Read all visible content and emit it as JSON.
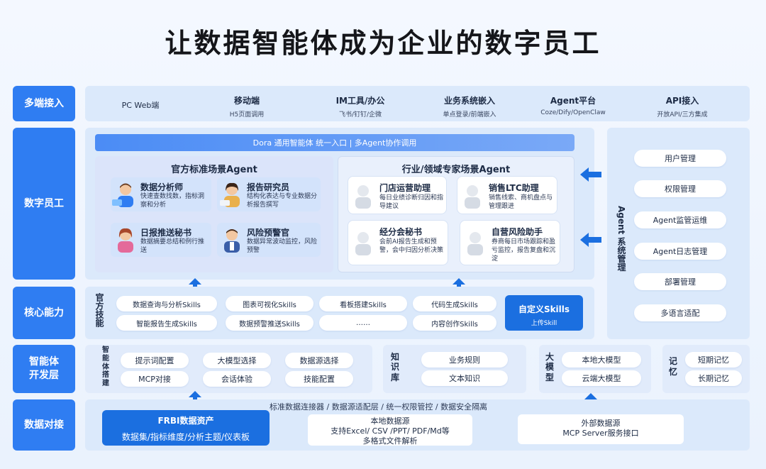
{
  "title": "让数据智能体成为企业的数字员工",
  "rows": {
    "access": "多端接入",
    "staff": "数字员工",
    "core": "核心能力",
    "dev": "智能体\n开发层",
    "data": "数据对接"
  },
  "access_items": [
    {
      "title": "PC Web端",
      "sub": ""
    },
    {
      "title": "移动端",
      "sub": "H5页面调用"
    },
    {
      "title": "IM工具/办公",
      "sub": "飞书/钉钉/企微"
    },
    {
      "title": "业务系统嵌入",
      "sub": "单点登录/前端嵌入"
    },
    {
      "title": "Agent平台",
      "sub": "Coze/Dify/OpenClaw"
    },
    {
      "title": "API接入",
      "sub": "开放API/三方集成"
    }
  ],
  "dora_bar": "Dora  通用智能体     统一入口 | 多Agent协作调用",
  "official": {
    "heading": "官方标准场景Agent",
    "cards": [
      {
        "title": "数据分析师",
        "desc": "快速查数找数，指标洞察和分析"
      },
      {
        "title": "报告研究员",
        "desc": "结构化表达与专业数据分析报告撰写"
      },
      {
        "title": "日报推送秘书",
        "desc": "数据摘要总结和例行推送"
      },
      {
        "title": "风险预警官",
        "desc": "数据异常波动监控，风险预警"
      }
    ]
  },
  "industry": {
    "heading": "行业/领域专家场景Agent",
    "cards": [
      {
        "title": "门店运营助理",
        "desc": "每日业绩诊断归因和指导建议"
      },
      {
        "title": "销售LTC助理",
        "desc": "销售线索、商机盘点与管理跟进"
      },
      {
        "title": "经分会秘书",
        "desc": "会前AI报告生成和预警，会中归因分析决策"
      },
      {
        "title": "自营风险助手",
        "desc": "券商每日市场跟踪和盈亏监控，报告复盘和沉淀"
      }
    ]
  },
  "agent_system": {
    "label": "Agent 系统管理",
    "items": [
      "用户管理",
      "权限管理",
      "Agent监管运维",
      "Agent日志管理",
      "部署管理",
      "多语言适配"
    ]
  },
  "core": {
    "side_label": "官方技能",
    "skills": [
      "数据查询与分析Skills",
      "图表可视化Skills",
      "看板搭建Skills",
      "代码生成Skills",
      "智能报告生成Skills",
      "数据预警推送Skills",
      "……",
      "内容创作Skills"
    ],
    "custom_title": "自定义Skills",
    "custom_sub": "上传Skill"
  },
  "dev": {
    "build_label": "智能体搭建",
    "build_items": [
      "提示词配置",
      "大模型选择",
      "数据源选择",
      "MCP对接",
      "会话体验",
      "技能配置"
    ],
    "kb_label": "知识库",
    "kb_items": [
      "业务规则",
      "文本知识"
    ],
    "model_label": "大模型",
    "model_items": [
      "本地大模型",
      "云端大模型"
    ],
    "memory_label": "记忆",
    "memory_items": [
      "短期记忆",
      "长期记忆"
    ]
  },
  "data": {
    "top_line": "标准数据连接器  /  数据源适配层  /  统一权限管控  /  数据安全隔离",
    "frbi_title": "FRBI数据资产",
    "frbi_sub": "数据集/指标维度/分析主题/仪表板",
    "local_title": "本地数据源",
    "local_sub1": "支持Excel/ CSV /PPT/ PDF/Md等",
    "local_sub2": "多格式文件解析",
    "ext_title": "外部数据源",
    "ext_sub": "MCP  Server服务接口"
  },
  "colors": {
    "accent": "#2f7df2",
    "dark_blue": "#1b6fe0",
    "panel": "#dbe9fb"
  }
}
